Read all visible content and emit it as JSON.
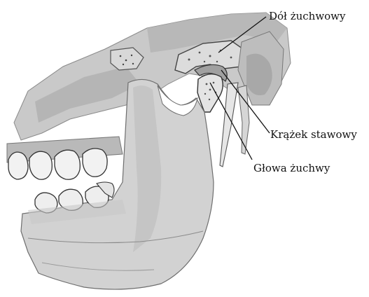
{
  "labels": {
    "mandibular_fossa": "Dół żuchwowy",
    "articular_disc": "Krążek stawowy",
    "mandibular_head": "Głowa żuchwy"
  }
}
